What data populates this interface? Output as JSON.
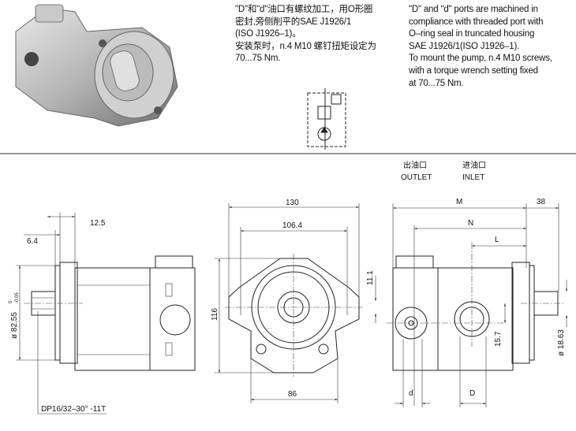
{
  "notes_cn": [
    "\"D\"和\"d\"油口有螺纹加工，用O形圈",
    "密封,旁侧削平的SAE J1926/1",
    "(ISO J1926–1)。",
    "安装泵时，n.4 M10 螺钉扭矩设定为",
    " 70...75 Nm."
  ],
  "notes_en": [
    "\"D\" and \"d\" ports are machined in",
    " compliance with threaded port with",
    "O–ring seal in truncated housing",
    " SAE J1926/1(ISO J1926–1).",
    "To mount the pump, n.4 M10 screws,",
    " with a torque wrench setting fixed",
    " at 70...75 Nm."
  ],
  "ports": {
    "outlet_cn": "出油口",
    "outlet_en": "OUTLET",
    "inlet_cn": "进油口",
    "inlet_en": "INLET"
  },
  "dims": {
    "left": {
      "d12_5": "12.5",
      "d6_4": "6.4",
      "dia": "ø 82.55",
      "tol_up": "0",
      "tol_low": "-0.05",
      "spline": "DP16/32–30°  -11T"
    },
    "front": {
      "w130": "130",
      "w106": "106.4",
      "h116": "116",
      "h11": "11.1",
      "w86": "86"
    },
    "right": {
      "M": "M",
      "d38": "38",
      "N": "N",
      "L": "L",
      "d": "d",
      "D": "D",
      "h15": "15.7",
      "dia": "ø 18.63"
    }
  }
}
